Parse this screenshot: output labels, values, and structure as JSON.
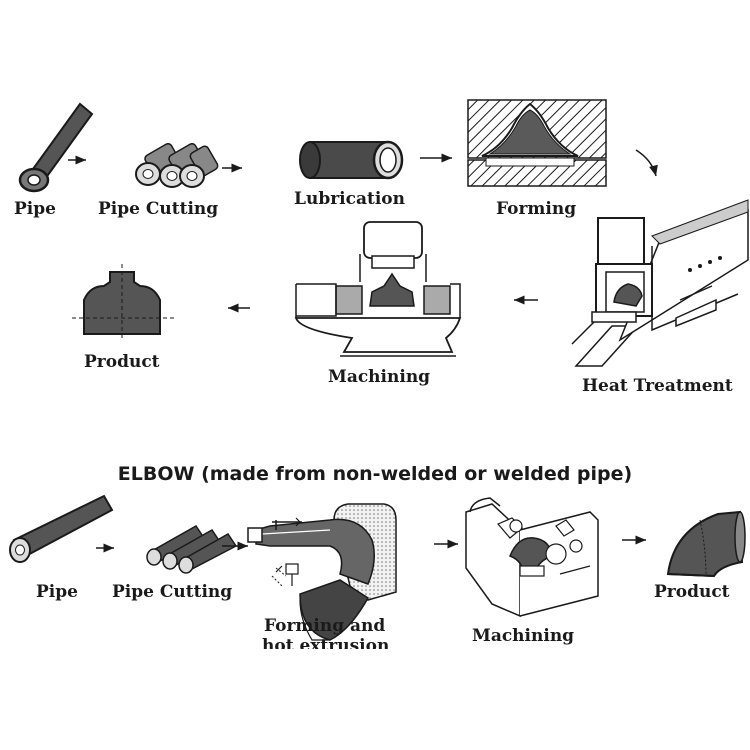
{
  "top_row": {
    "steps": [
      {
        "label": "Pipe",
        "icon": "pipe-icon"
      },
      {
        "label": "Pipe Cutting",
        "icon": "pipe-cutting-icon"
      },
      {
        "label": "Lubrication",
        "icon": "lubrication-icon"
      },
      {
        "label": "Forming",
        "icon": "forming-die-icon"
      },
      {
        "label": "Heat Treatment",
        "icon": "furnace-icon"
      },
      {
        "label": "Machining",
        "icon": "machining-press-icon"
      },
      {
        "label": "Product",
        "icon": "tee-fitting-icon"
      }
    ]
  },
  "elbow_section": {
    "title": "ELBOW (made from non-welded or welded pipe)",
    "steps": [
      {
        "label": "Pipe",
        "icon": "pipe-icon"
      },
      {
        "label": "Pipe Cutting",
        "icon": "pipe-cutting-icon"
      },
      {
        "label": "Forming and",
        "label2": "hot extrusion",
        "icon": "hot-extrusion-mandrel-icon"
      },
      {
        "label": "Machining",
        "icon": "bevel-machine-icon"
      },
      {
        "label": "Product",
        "icon": "elbow-fitting-icon"
      }
    ]
  },
  "colors": {
    "ink": "#1a1a1a",
    "fill_dark": "#555555",
    "fill_mid": "#8a8a8a",
    "paper": "#ffffff"
  }
}
